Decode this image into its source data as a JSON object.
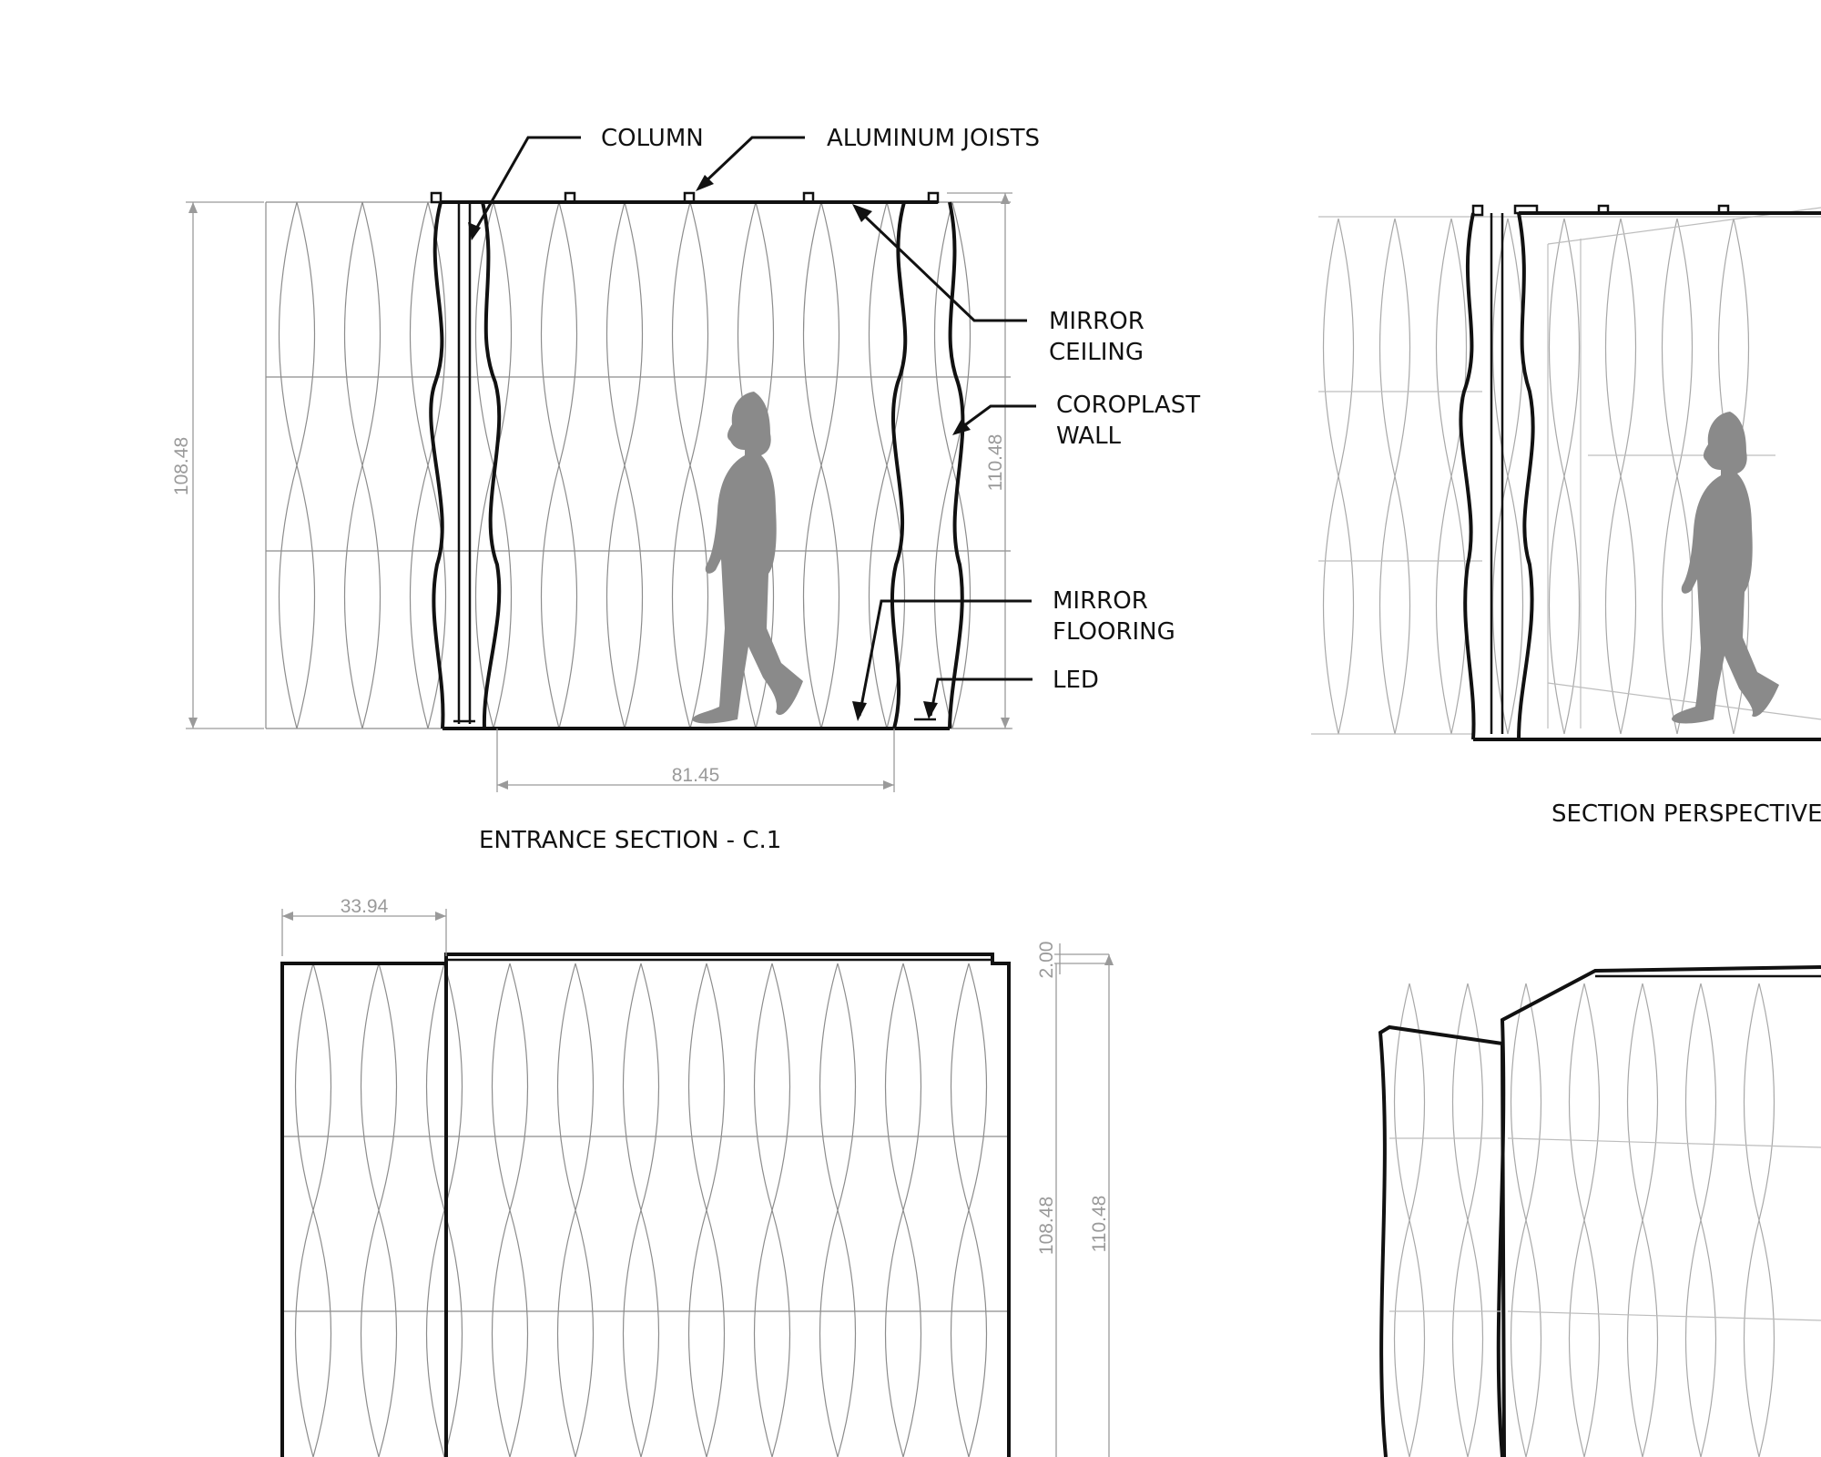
{
  "callouts": {
    "column": "COLUMN",
    "aluminum_joists": "ALUMINUM JOISTS",
    "mirror_ceiling_line1": "MIRROR",
    "mirror_ceiling_line2": "CEILING",
    "coroplast_wall_line1": "COROPLAST",
    "coroplast_wall_line2": "WALL",
    "mirror_flooring_line1": "MIRROR",
    "mirror_flooring_line2": "FLOORING",
    "led": "LED"
  },
  "titles": {
    "entrance_section": "ENTRANCE SECTION - C.1",
    "section_perspective": "SECTION PERSPECTIVE"
  },
  "dimensions": {
    "entrance_height_left": "108.48",
    "entrance_height_right": "110.48",
    "entrance_width": "81.45",
    "elevation_offset_width": "33.94",
    "elevation_step": "2.00",
    "elevation_height_inner": "108.48",
    "elevation_height_outer": "110.48"
  },
  "colors": {
    "linework": "#111111",
    "panel_lines": "#8c8c8c",
    "dimension_text": "#9a9a9a",
    "silhouette": "#8a8a8a"
  }
}
